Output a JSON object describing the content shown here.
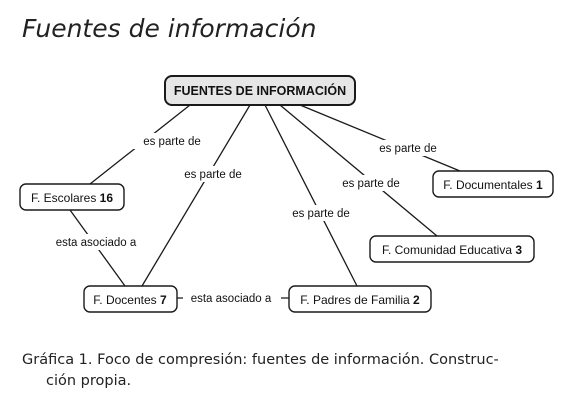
{
  "title": "Fuentes de información",
  "concept_map": {
    "root": "FUENTES DE INFORMACIÓN",
    "nodes": [
      {
        "id": "escolares",
        "label": "F. Escolares",
        "count": "16"
      },
      {
        "id": "docentes",
        "label": "F. Docentes",
        "count": "7"
      },
      {
        "id": "padres",
        "label": "F. Padres de Familia",
        "count": "2"
      },
      {
        "id": "comunidad",
        "label": "F. Comunidad Educativa",
        "count": "3"
      },
      {
        "id": "documentales",
        "label": "F. Documentales",
        "count": "1"
      }
    ],
    "links": [
      {
        "id": "root-escolares",
        "label": "es parte de"
      },
      {
        "id": "root-docentes",
        "label": "es parte de"
      },
      {
        "id": "root-padres",
        "label": "es parte de"
      },
      {
        "id": "root-comunidad",
        "label": "es parte de"
      },
      {
        "id": "root-documentales",
        "label": "es parte de"
      },
      {
        "id": "escolares-docentes",
        "label": "esta asociado a"
      },
      {
        "id": "docentes-padres",
        "label": "esta asociado a"
      }
    ]
  },
  "caption": {
    "label": "Gráfica 1.",
    "line1": " Foco  de compresión: fuentes de información. Construc-",
    "line2": "ción propia."
  }
}
